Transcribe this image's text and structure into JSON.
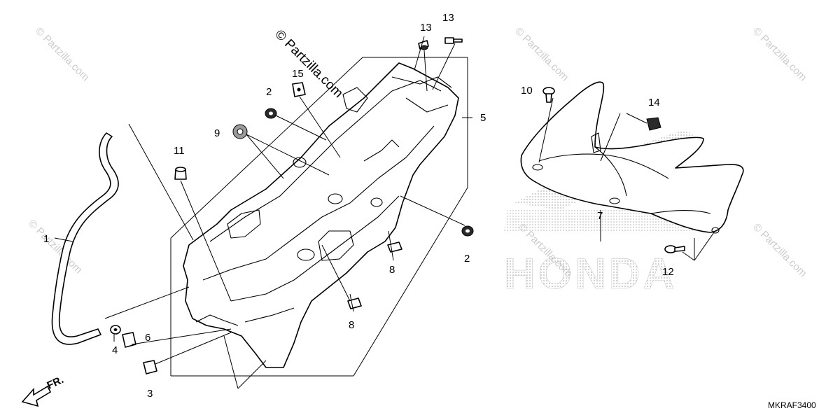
{
  "watermarks": {
    "main": "© Partzilla.com",
    "repeat": "© Partzilla.com"
  },
  "diagram_code": "MKRAF3400",
  "front_arrow_label": "FR.",
  "brand_background": "HONDA",
  "callouts": {
    "c1": "1",
    "c2a": "2",
    "c2b": "2",
    "c3": "3",
    "c4": "4",
    "c5": "5",
    "c6": "6",
    "c7": "7",
    "c8a": "8",
    "c8b": "8",
    "c9": "9",
    "c10": "10",
    "c11": "11",
    "c12": "12",
    "c13a": "13",
    "c13b": "13",
    "c14": "14",
    "c15": "15"
  },
  "colors": {
    "line": "#000000",
    "watermark": "#cccccc",
    "halftone": "#b5b5b5"
  }
}
